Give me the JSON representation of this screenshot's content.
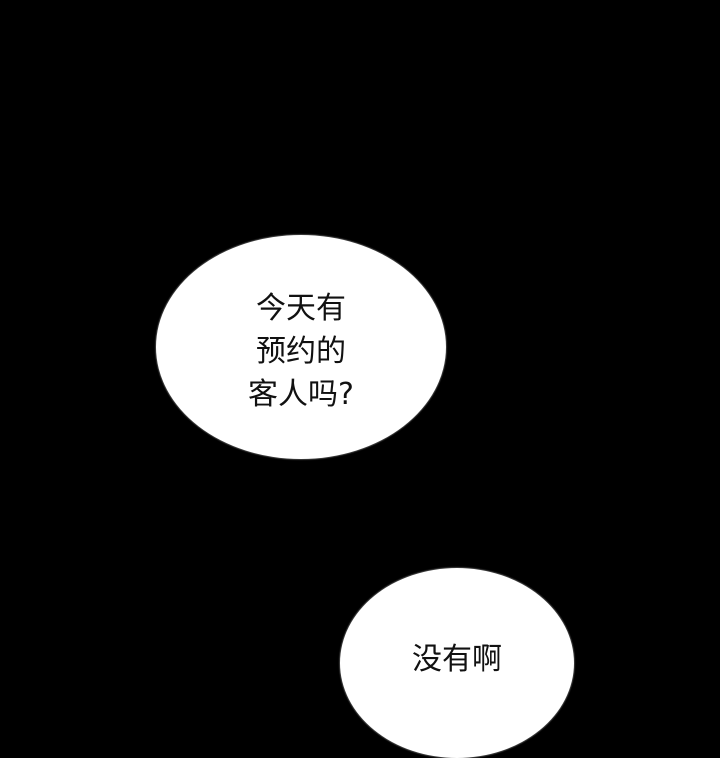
{
  "panel": {
    "background_color": "#000000",
    "bubble_color": "#ffffff",
    "text_color": "#111111"
  },
  "bubbles": [
    {
      "lines": [
        "今天有",
        "预约的",
        "客人吗?"
      ]
    },
    {
      "lines": [
        "没有啊"
      ]
    }
  ]
}
